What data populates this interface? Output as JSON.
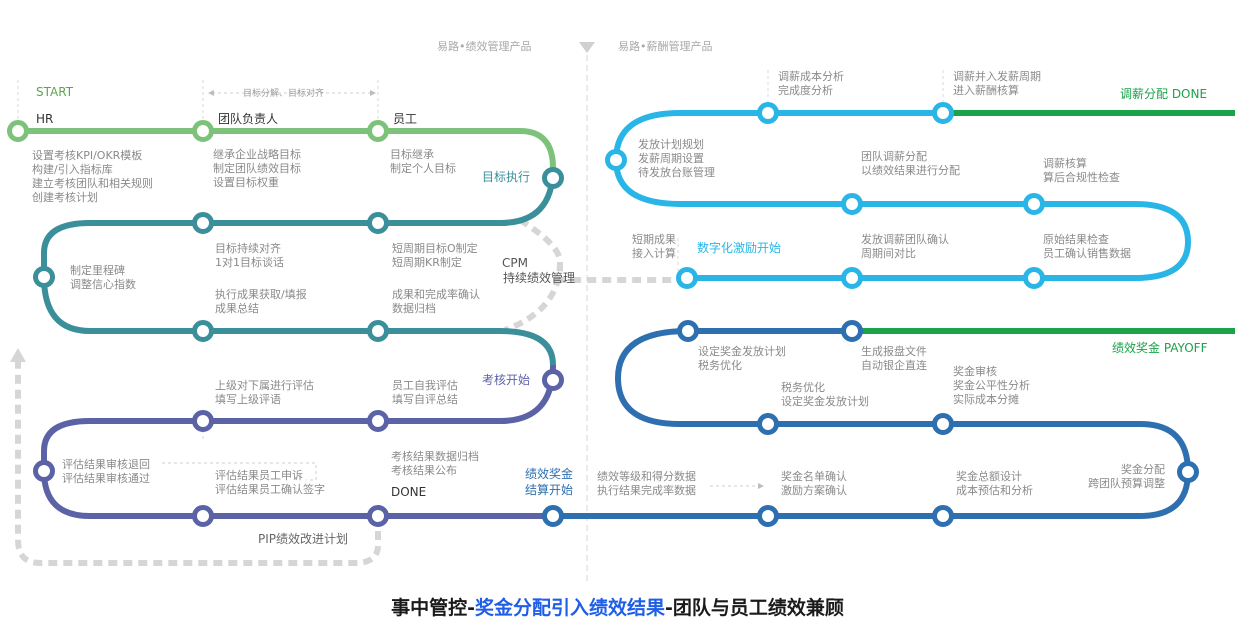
{
  "header": {
    "left_product": "易路•绩效管理产品",
    "right_product": "易路•薪酬管理产品"
  },
  "track_hint": "目标分解、目标对齐",
  "start_label": "START",
  "stations": {
    "hr": "HR",
    "team_lead": "团队负责人",
    "employee": "员工",
    "goal_exec": "目标执行",
    "cpm_line1": "CPM",
    "cpm_line2": "持续绩效管理",
    "review_start": "考核开始",
    "done": "DONE",
    "settle_line1": "绩效奖金",
    "settle_line2": "结算开始",
    "pip": "PIP绩效改进计划",
    "digital_start": "数字化激励开始",
    "salary_done": "调薪分配 DONE",
    "bonus_payoff": "绩效奖金 PAYOFF"
  },
  "notes": {
    "hr_tasks": "设置考核KPI/OKR模板\n构建/引入指标库\n建立考核团队和相关规则\n创建考核计划",
    "lead_tasks": "继承企业战略目标\n制定团队绩效目标\n设置目标权重",
    "emp_tasks": "目标继承\n制定个人目标",
    "milestone": "制定里程碑\n调整信心指数",
    "align": "目标持续对齐\n1对1目标谈话",
    "short_goal": "短周期目标O制定\n短周期KR制定",
    "exec_result": "执行成果获取/填报\n成果总结",
    "result_rate": "成果和完成率确认\n数据归档",
    "sup_eval": "上级对下属进行评估\n填写上级评语",
    "self_eval": "员工自我评估\n填写自评总结",
    "eval_audit": "评估结果审核退回\n评估结果审核通过",
    "eval_appeal": "评估结果员工申诉\n评估结果员工确认签字",
    "archive": "考核结果数据归档\n考核结果公布",
    "level_data": "绩效等级和得分数据\n执行结果完成率数据",
    "bonus_list": "奖金名单确认\n激励方案确认",
    "bonus_design": "奖金总额设计\n成本预估和分析",
    "bonus_alloc": "奖金分配\n跨团队预算调整",
    "salary_cost": "调薪成本分析\n完成度分析",
    "salary_cycle": "调薪并入发薪周期\n进入薪酬核算",
    "pay_plan": "发放计划规划\n发薪周期设置\n待发放台账管理",
    "team_salary": "团队调薪分配\n以绩效结果进行分配",
    "salary_check": "调薪核算\n算后合规性检查",
    "short_result": "短期成果\n接入计算",
    "issue_confirm": "发放调薪团队确认\n周期间对比",
    "raw_check": "原始结果检查\n员工确认销售数据",
    "bonus_plan": "设定奖金发放计划\n税务优化",
    "report_file": "生成报盘文件\n自动银企直连",
    "bonus_audit": "奖金审核\n奖金公平性分析\n实际成本分摊",
    "tax_opt": "税务优化\n设定奖金发放计划"
  },
  "footer": {
    "part1": "事中管控-",
    "part2": "奖金分配引入绩效结果",
    "part3": "-团队与员工绩效兼顾"
  },
  "colors": {
    "green": "#7cc27b",
    "teal": "#3b8f9a",
    "purple": "#5b62a6",
    "blue": "#2e6fb0",
    "sky": "#29b6e6",
    "done_green": "#1aa34a",
    "highlight": "#1f5ee6"
  }
}
